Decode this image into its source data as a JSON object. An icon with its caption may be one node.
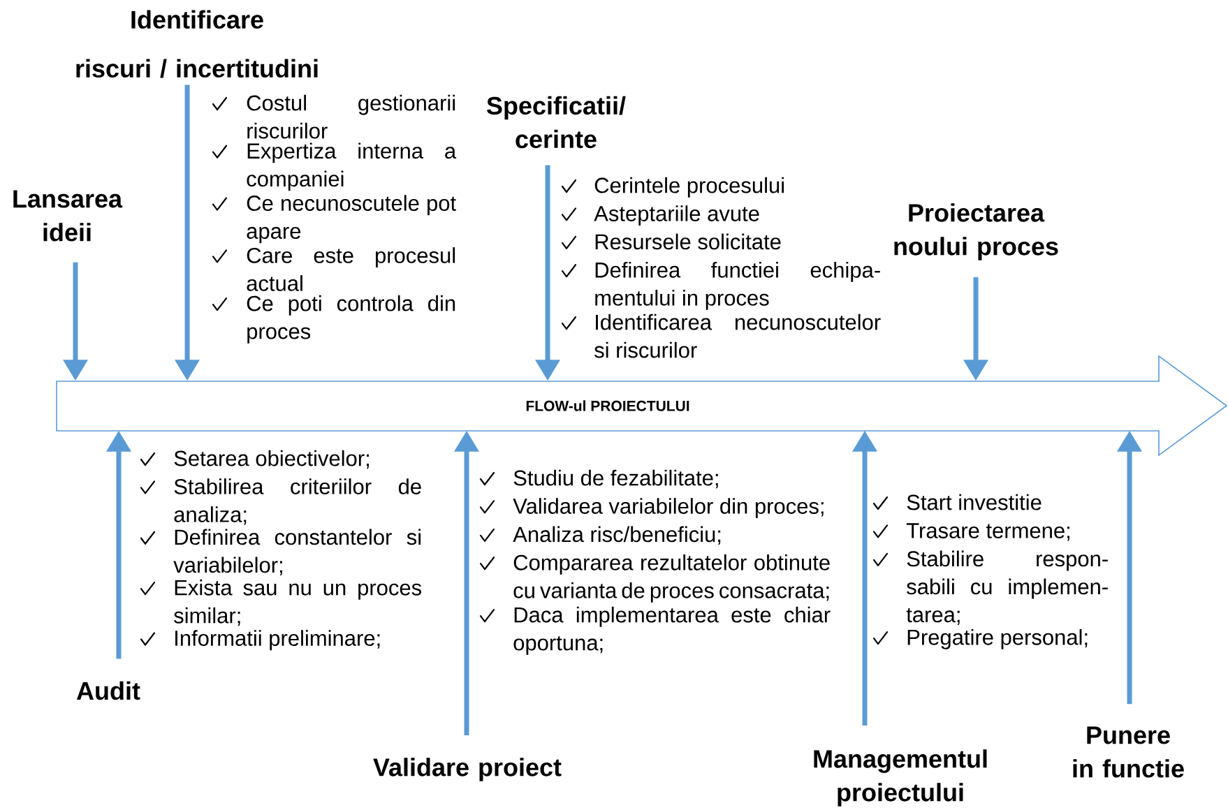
{
  "diagram": {
    "nodes": [
      {
        "text": [
          "Lansarea ideii"
        ]
      },
      {
        "text": [
          "Identificare",
          "riscuri / incertitudini"
        ]
      },
      {
        "text": [
          "Specificatii/ cerinte"
        ]
      },
      {
        "text": [
          "Proiectarea noului proces"
        ]
      },
      {
        "text": [
          "FLOW-ul PROIECTULUI"
        ]
      },
      {
        "text": [
          "Audit"
        ]
      },
      {
        "text": [
          "Validare proiect"
        ]
      },
      {
        "text": [
          "Managementul proiectului"
        ]
      },
      {
        "text": [
          "Punere in functie"
        ]
      }
    ],
    "edges": [
      {
        "from": 0,
        "to": 4,
        "arrow": "to"
      },
      {
        "from": 1,
        "to": 4,
        "arrow": "to"
      },
      {
        "from": 2,
        "to": 4,
        "arrow": "to"
      },
      {
        "from": 3,
        "to": 4,
        "arrow": "to"
      },
      {
        "from": 5,
        "to": 4,
        "arrow": "to"
      },
      {
        "from": 6,
        "to": 4,
        "arrow": "to"
      },
      {
        "from": 7,
        "to": 4,
        "arrow": "to"
      },
      {
        "from": 8,
        "to": 4,
        "arrow": "to"
      }
    ],
    "labels": [
      "Costul gestionarii riscurilor",
      "Expertiza interna a companiei",
      "Ce necunoscutele pot apare",
      "Care este procesul actual",
      "Ce poti controla din proces",
      "Cerintele procesului",
      "Asteptariile avute",
      "Resursele solicitate",
      "Definirea functiei echipa-mentului in proces",
      "Identificarea necunoscutelor si riscurilor",
      "Setarea obiectivelor;",
      "Stabilirea criteriilor de analiza;",
      "Definirea constantelor si variabilelor;",
      "Exista sau nu un proces similar;",
      "Informatii preliminare;",
      "Studiu de fezabilitate;",
      "Validarea variabilelor din proces;",
      "Analiza risc/beneficiu;",
      "Compararea rezultatelor obtinute cu varianta de proces consacrata;",
      "Daca implementarea este chiar oportuna;",
      "Start investitie",
      "Trasare termene;",
      "Stabilire respon-sabili cu implemen-tarea;",
      "Pregatire personal;"
    ]
  }
}
